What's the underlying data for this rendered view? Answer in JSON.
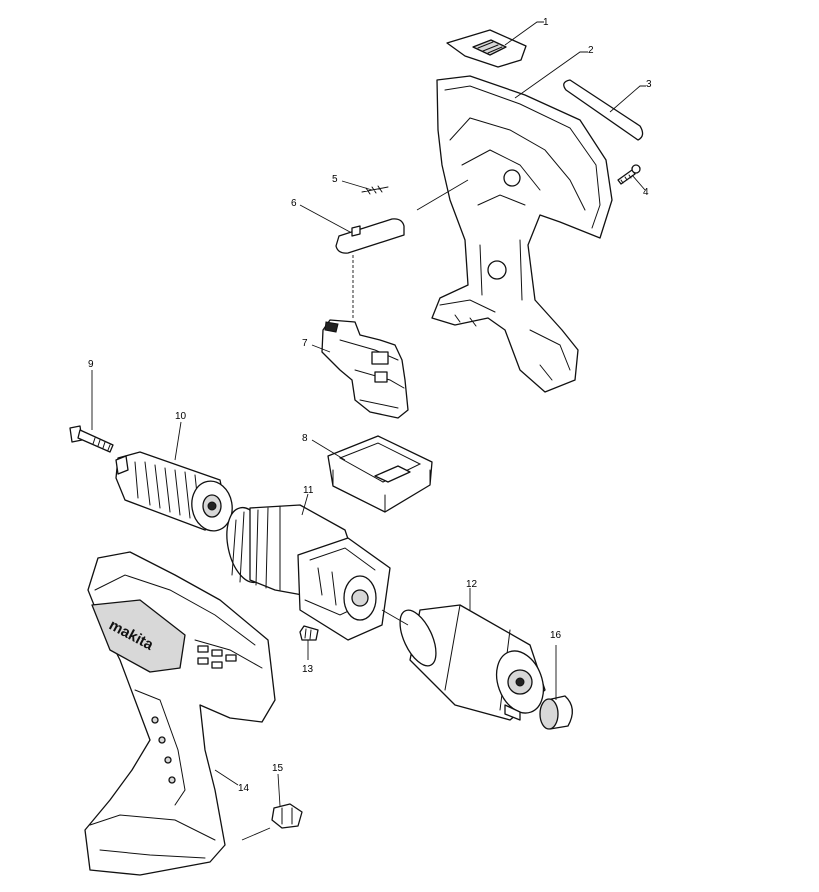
{
  "title": "",
  "brand_logo_text": "makita",
  "callouts": [
    {
      "id": "1",
      "label": "1"
    },
    {
      "id": "2",
      "label": "2"
    },
    {
      "id": "3",
      "label": "3"
    },
    {
      "id": "4",
      "label": "4"
    },
    {
      "id": "5",
      "label": "5"
    },
    {
      "id": "6",
      "label": "6"
    },
    {
      "id": "7",
      "label": "7"
    },
    {
      "id": "8",
      "label": "8"
    },
    {
      "id": "9",
      "label": "9"
    },
    {
      "id": "10",
      "label": "10"
    },
    {
      "id": "11",
      "label": "11"
    },
    {
      "id": "12",
      "label": "12"
    },
    {
      "id": "13",
      "label": "13"
    },
    {
      "id": "14",
      "label": "14"
    },
    {
      "id": "15",
      "label": "15"
    },
    {
      "id": "16",
      "label": "16"
    }
  ],
  "colors": {
    "line": "#111111",
    "background": "#ffffff",
    "shade": "#d8d8d8"
  }
}
